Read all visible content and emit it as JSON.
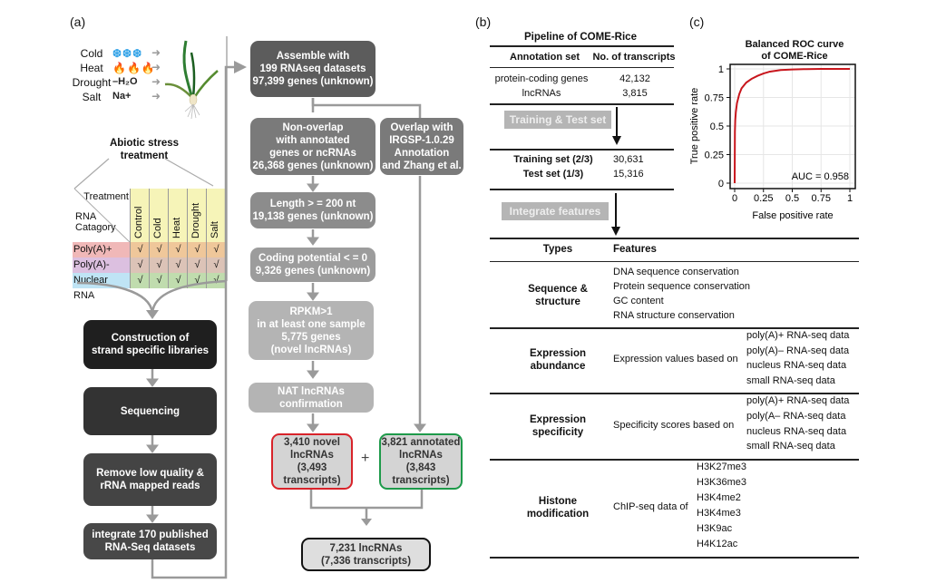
{
  "panels": {
    "a": "(a)",
    "b": "(b)",
    "c": "(c)"
  },
  "stresses": [
    {
      "name": "Cold",
      "symbol": "❆❆❆",
      "icon": "snowflake-icon",
      "color": "#3aa6e8"
    },
    {
      "name": "Heat",
      "symbol": "🔥🔥🔥",
      "icon": "flame-icon",
      "color": "#ee5f8a"
    },
    {
      "name": "Drought",
      "symbol": "–H₂O",
      "icon": "water-icon",
      "color": "#222222"
    },
    {
      "name": "Salt",
      "symbol": "Na+",
      "icon": "salt-icon",
      "color": "#222222"
    }
  ],
  "abiotic_label": [
    "Abiotic stress",
    "treatment"
  ],
  "treatment_table": {
    "corner_top": "Treatment",
    "corner_bottom": [
      "RNA",
      "Catagory"
    ],
    "treatments": [
      "Control",
      "Cold",
      "Heat",
      "Drought",
      "Salt"
    ],
    "rows": [
      {
        "label": "Poly(A)+ RNA",
        "color": "#f0b8b8",
        "cell_color": "#efc79a",
        "checks": [
          "√",
          "√",
          "√",
          "√",
          "√"
        ]
      },
      {
        "label": "Poly(A)- RNA",
        "color": "#dcc0e0",
        "cell_color": "#dcc3b7",
        "checks": [
          "√",
          "√",
          "√",
          "√",
          "√"
        ]
      },
      {
        "label": "Nuclear RNA",
        "color": "#bfe4f5",
        "cell_color": "#c0dcae",
        "checks": [
          "√",
          "√",
          "√",
          "√",
          "√"
        ]
      }
    ],
    "header_color": "#f6f4b8"
  },
  "left_flow": [
    {
      "text": [
        "Construction of",
        "strand specific libraries"
      ],
      "color": "#1f1f1f"
    },
    {
      "text": [
        "Sequencing"
      ],
      "color": "#333333"
    },
    {
      "text": [
        "Remove low quality &",
        "rRNA mapped reads"
      ],
      "color": "#444444"
    },
    {
      "text": [
        "integrate 170 published",
        "RNA-Seq datasets"
      ],
      "color": "#484848"
    }
  ],
  "mid_flow": {
    "assemble": [
      "Assemble with",
      "199 RNAseq datasets",
      "97,399 genes (unknown)"
    ],
    "nonoverlap": [
      "Non-overlap",
      "with annotated",
      "genes or ncRNAs",
      "26,368 genes (unknown)"
    ],
    "overlap": [
      "Overlap with",
      "IRGSP-1.0.29",
      "Annotation",
      "and Zhang et al."
    ],
    "length": [
      "Length > = 200 nt",
      "19,138 genes (unknown)"
    ],
    "coding": [
      "Coding potential < = 0",
      "9,326 genes (unknown)"
    ],
    "rpkm": [
      "RPKM>1",
      "in at least one sample",
      "5,775 genes",
      "(novel lncRNAs)"
    ],
    "nat": [
      "NAT lncRNAs",
      "confirmation"
    ],
    "novel": [
      "3,410 novel",
      "lncRNAs",
      "(3,493",
      "transcripts)"
    ],
    "plus": "+",
    "annotated": [
      "3,821 annotated",
      "lncRNAs",
      "(3,843",
      "transcripts)"
    ],
    "total": [
      "7,231 lncRNAs",
      "(7,336 transcripts)"
    ],
    "novel_border": "#d8232a",
    "annotated_border": "#1e9a4a"
  },
  "pipeline": {
    "title": "Pipeline of COME-Rice",
    "headers": [
      "Annotation set",
      "No. of transcripts"
    ],
    "annotation_rows": [
      {
        "set": "protein-coding genes",
        "count": "42,132"
      },
      {
        "set": "lncRNAs",
        "count": "3,815"
      }
    ],
    "step1": "Training & Test set",
    "split_rows": [
      {
        "set": "Training set (2/3)",
        "count": "30,631"
      },
      {
        "set": "Test set (1/3)",
        "count": "15,316"
      }
    ],
    "step2": "Integrate features",
    "feature_headers": [
      "Types",
      "Features"
    ],
    "feature_groups": [
      {
        "type": [
          "Sequence &",
          "structure"
        ],
        "desc": "",
        "items": [
          "DNA sequence conservation",
          "Protein sequence conservation",
          "GC content",
          "RNA structure conservation"
        ]
      },
      {
        "type": [
          "Expression",
          "abundance"
        ],
        "desc": "Expression values based on",
        "items": [
          "poly(A)+ RNA-seq data",
          "poly(A)– RNA-seq data",
          "nucleus RNA-seq data",
          "small RNA-seq data"
        ]
      },
      {
        "type": [
          "Expression",
          "specificity"
        ],
        "desc": "Specificity scores based on",
        "items": [
          "poly(A)+ RNA-seq data",
          "poly(A– RNA-seq data",
          "nucleus RNA-seq data",
          "small RNA-seq data"
        ]
      },
      {
        "type": [
          "Histone",
          "modification"
        ],
        "desc": "ChIP-seq data of",
        "items": [
          "H3K27me3",
          "H3K36me3",
          "H3K4me2",
          "H3K4me3",
          "H3K9ac",
          "H4K12ac"
        ]
      }
    ]
  },
  "chart_data": {
    "type": "line",
    "title": "Balanced ROC curve of COME-Rice",
    "title_lines": [
      "Balanced ROC curve",
      "of COME-Rice"
    ],
    "xlabel": "False positive rate",
    "ylabel": "True positive rate",
    "xlim": [
      0,
      1
    ],
    "ylim": [
      0,
      1
    ],
    "xticks": [
      "0",
      "0.25",
      "0.5",
      "0.75",
      "1"
    ],
    "yticks": [
      "0",
      "0.25",
      "0.5",
      "0.75",
      "1"
    ],
    "grid": true,
    "annotation": "AUC = 0.958",
    "series": [
      {
        "name": "ROC",
        "color": "#c8161d",
        "x": [
          0,
          0.002,
          0.005,
          0.01,
          0.02,
          0.04,
          0.06,
          0.1,
          0.15,
          0.2,
          0.25,
          0.3,
          0.4,
          0.5,
          0.6,
          0.75,
          1.0
        ],
        "y": [
          0,
          0.45,
          0.55,
          0.62,
          0.7,
          0.78,
          0.83,
          0.88,
          0.915,
          0.94,
          0.96,
          0.975,
          0.99,
          0.995,
          0.998,
          1.0,
          1.0
        ]
      }
    ]
  }
}
